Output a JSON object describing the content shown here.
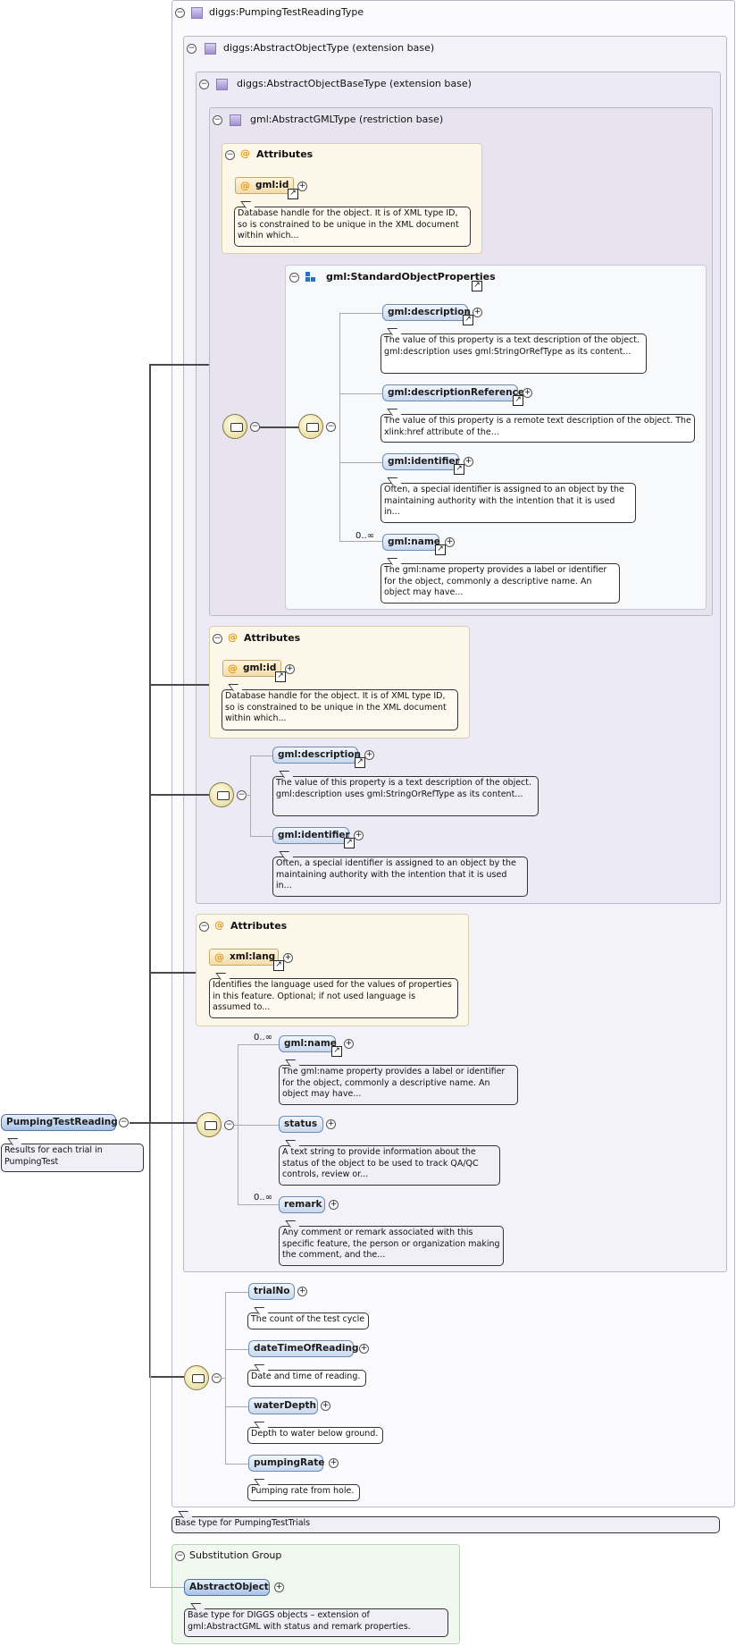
{
  "outer_type": {
    "title": "diggs:PumpingTestReadingType",
    "description": "Base type for PumpingTestTrials"
  },
  "abstract_object_type": {
    "title": "diggs:AbstractObjectType (extension base)"
  },
  "abstract_object_base_type": {
    "title": "diggs:AbstractObjectBaseType (extension base)"
  },
  "abstract_gml_type": {
    "title": "gml:AbstractGMLType (restriction base)"
  },
  "attributes_1": {
    "title": "Attributes",
    "attr_name": "gml:id",
    "attr_desc": "Database handle for the object. It is of XML type ID, so is constrained to be unique in the XML document within which..."
  },
  "std_props": {
    "title": "gml:StandardObjectProperties",
    "items": [
      {
        "name": "gml:description",
        "desc": "The value of this property is a text description of the object. gml:description uses gml:StringOrRefType as its content..."
      },
      {
        "name": "gml:descriptionReference",
        "desc": "The value of this property is a remote text description of the object. The xlink:href attribute of the..."
      },
      {
        "name": "gml:identifier",
        "desc": "Often, a special identifier is assigned to an object by the maintaining authority with the intention that it is used in..."
      },
      {
        "name": "gml:name",
        "mult": "0..∞",
        "desc": "The gml:name property provides a label or identifier for the object, commonly a descriptive name. An object may have..."
      }
    ]
  },
  "attributes_2": {
    "title": "Attributes",
    "attr_name": "gml:id",
    "attr_desc": "Database handle for the object. It is of XML type ID, so is constrained to be unique in the XML document within which..."
  },
  "base_seq": {
    "items": [
      {
        "name": "gml:description",
        "desc": "The value of this property is a text description of the object. gml:description uses gml:StringOrRefType as its content..."
      },
      {
        "name": "gml:identifier",
        "desc": "Often, a special identifier is assigned to an object by the maintaining authority with the intention that it is used in..."
      }
    ]
  },
  "attributes_3": {
    "title": "Attributes",
    "attr_name": "xml:lang",
    "attr_desc": "Identifies the language used for the values of properties in this feature. Optional; if not used language is assumed to..."
  },
  "object_seq": {
    "items": [
      {
        "name": "gml:name",
        "mult": "0..∞",
        "desc": "The gml:name property provides a label or identifier for the object, commonly a descriptive name. An object may have..."
      },
      {
        "name": "status",
        "desc": "A text string to provide information about the status of the object to be used to track QA/QC controls, review or..."
      },
      {
        "name": "remark",
        "mult": "0..∞",
        "desc": "Any comment or remark associated with this specific feature, the person or organization making the comment, and the..."
      }
    ]
  },
  "reading_seq": {
    "items": [
      {
        "name": "trialNo",
        "desc": "The count of the test cycle"
      },
      {
        "name": "dateTimeOfReading",
        "desc": "Date and time of reading."
      },
      {
        "name": "waterDepth",
        "desc": "Depth to water below ground."
      },
      {
        "name": "pumpingRate",
        "desc": "Pumping rate from hole."
      }
    ]
  },
  "root": {
    "name": "PumpingTestReading",
    "desc": "Results for each trial in PumpingTest"
  },
  "substitution": {
    "title": "Substitution Group",
    "name": "AbstractObject",
    "desc": "Base type for DIGGS objects – extension of gml:AbstractGML with status and remark properties."
  },
  "symbols": {
    "minus": "−",
    "plus": "+",
    "ref": "↗",
    "at": "@"
  }
}
